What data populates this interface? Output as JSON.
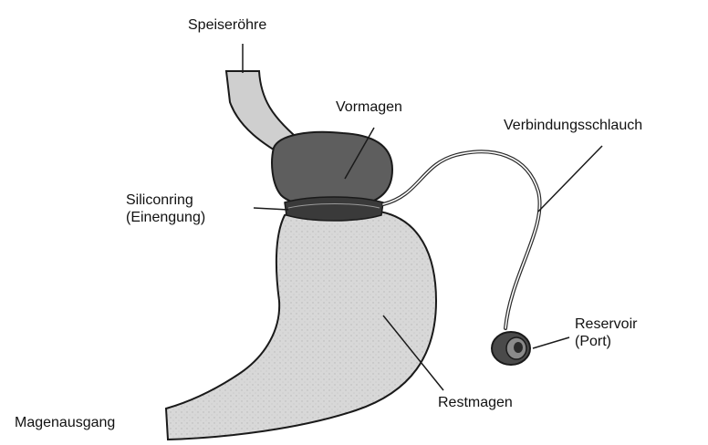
{
  "labels": {
    "speiseroehre": "Speiseröhre",
    "vormagen": "Vormagen",
    "verbindungsschlauch": "Verbindungsschlauch",
    "siliconring_line1": "Siliconring",
    "siliconring_line2": "(Einengung)",
    "reservoir_line1": "Reservoir",
    "reservoir_line2": "(Port)",
    "restmagen": "Restmagen",
    "magenausgang": "Magenausgang"
  },
  "colors": {
    "background": "#ffffff",
    "restmagen_fill": "#d6d6d6",
    "vormagen_fill": "#5e5e5e",
    "ring_fill": "#3a3a3a",
    "outline": "#1a1a1a",
    "text": "#111111"
  }
}
